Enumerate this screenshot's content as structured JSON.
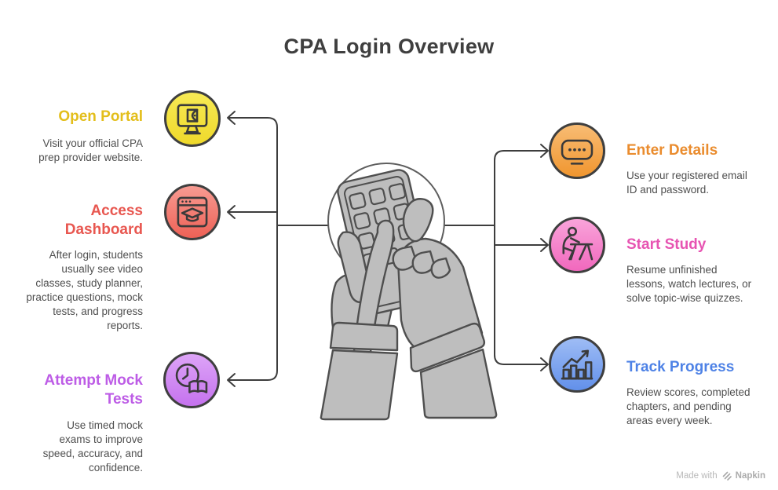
{
  "title": "CPA Login Overview",
  "steps": {
    "left": [
      {
        "title": "Open Portal",
        "description": "Visit your official CPA prep provider website.",
        "icon": "monitor-open-door-icon",
        "title_color": "#E3BE1B",
        "circle_bg": "linear-gradient(180deg,#F7EA55 0%,#EFD92B 100%)"
      },
      {
        "title": "Access Dashboard",
        "description": "After login, students usually see video classes, study planner, practice questions, mock tests, and progress reports.",
        "icon": "browser-graduation-cap-icon",
        "title_color": "#E85750",
        "circle_bg": "linear-gradient(180deg,#F79B92 0%,#EE6156 100%)"
      },
      {
        "title": "Attempt Mock Tests",
        "description": "Use timed mock exams to improve speed, accuracy, and confidence.",
        "icon": "clock-open-book-icon",
        "title_color": "#BD5CE6",
        "circle_bg": "linear-gradient(180deg,#DDA4F7 0%,#C572EE 100%)"
      }
    ],
    "right": [
      {
        "title": "Enter Details",
        "description": "Use your registered email ID and password.",
        "icon": "password-field-icon",
        "title_color": "#EA8C2E",
        "circle_bg": "linear-gradient(180deg,#F8BC74 0%,#F0962F 100%)"
      },
      {
        "title": "Start Study",
        "description": "Resume unfinished lessons, watch lectures, or solve topic-wise quizzes.",
        "icon": "student-at-desk-icon",
        "title_color": "#E754B2",
        "circle_bg": "linear-gradient(180deg,#F9A4DA 0%,#F168BD 100%)"
      },
      {
        "title": "Track Progress",
        "description": "Review scores, completed chapters, and pending areas every week.",
        "icon": "bar-chart-growth-icon",
        "title_color": "#4E82E6",
        "circle_bg": "linear-gradient(180deg,#9EBCF5 0%,#6290EA 100%)"
      }
    ]
  },
  "illustration": {
    "name": "hands-typing-on-phone"
  },
  "footer": {
    "made_with": "Made with",
    "brand": "Napkin"
  },
  "colors": {
    "heading": "#3F3F3F",
    "body_text": "#4F4F4F",
    "connector": "#3D3D3D",
    "illustration_fill": "#BEBEBE",
    "illustration_outline": "#4F4F4F"
  }
}
